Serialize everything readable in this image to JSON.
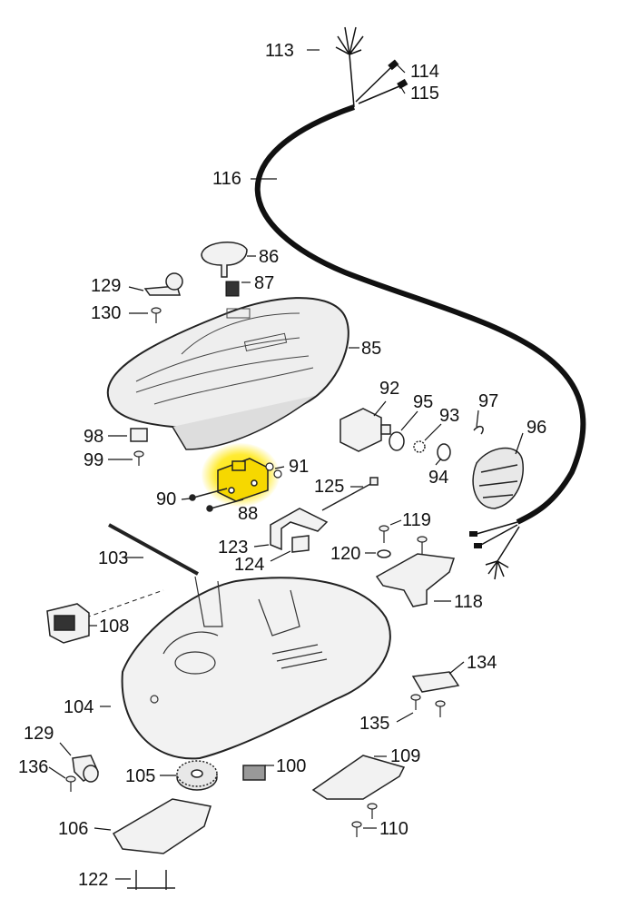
{
  "highlight": {
    "part": "88",
    "color": "#ffe600"
  },
  "colors": {
    "line": "#111111",
    "part_fill": "#f2f2f2",
    "part_stroke": "#222222"
  },
  "callouts": {
    "p113": "113",
    "p114": "114",
    "p115": "115",
    "p116": "116",
    "p86": "86",
    "p87": "87",
    "p129a": "129",
    "p130": "130",
    "p85": "85",
    "p92": "92",
    "p95": "95",
    "p93": "93",
    "p97": "97",
    "p96": "96",
    "p94": "94",
    "p98": "98",
    "p99": "99",
    "p91": "91",
    "p90": "90",
    "p88": "88",
    "p125": "125",
    "p119": "119",
    "p103": "103",
    "p123": "123",
    "p124": "124",
    "p120": "120",
    "p118": "118",
    "p108": "108",
    "p104": "104",
    "p134": "134",
    "p135": "135",
    "p129b": "129",
    "p136": "136",
    "p105": "105",
    "p100": "100",
    "p109": "109",
    "p106": "106",
    "p110": "110",
    "p122": "122"
  }
}
